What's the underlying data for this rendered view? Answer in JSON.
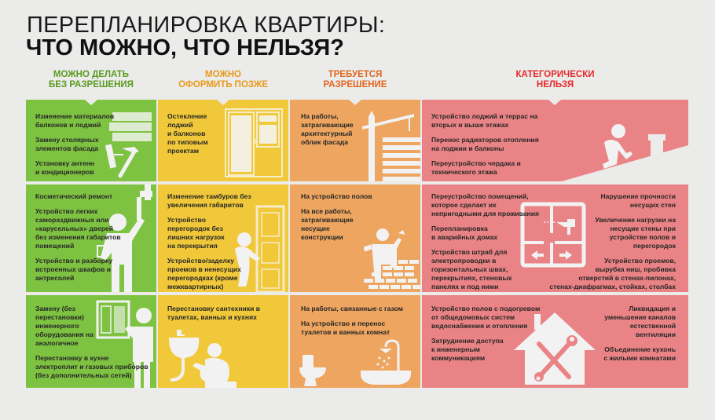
{
  "title": {
    "line1": "ПЕРЕПЛАНИРОВКА КВАРТИРЫ:",
    "line2": "ЧТО МОЖНО, ЧТО НЕЛЬЗЯ?"
  },
  "colors": {
    "green": "#7ec242",
    "yellow": "#f0c83a",
    "orange": "#eda560",
    "red": "#ea8385",
    "green_head": "#5a9a1f",
    "yellow_head": "#e89a1c",
    "orange_head": "#e2641e",
    "red_head": "#e52a2a",
    "background": "#ebebea"
  },
  "columns": [
    {
      "heading": "МОЖНО ДЕЛАТЬ\nБЕЗ РАЗРЕШЕНИЯ",
      "rows": [
        {
          "items": [
            "Изменение материалов\nбалконов и лоджий",
            "Замену столярных\nэлементов фасада",
            "Установку антенн\nи кондиционеров"
          ],
          "icon": "planks-hammer-icon"
        },
        {
          "items": [
            "Косметический ремонт",
            "Устройство легких\nсамораздвижных или\n«карусельных» дверей\nбез изменения габаритов\nпомещений",
            "Устройство и разборку\nвстроенных шкафов и\nантресолей"
          ],
          "icon": "painter-icon"
        },
        {
          "items": [
            "Замену (без\nперестановки)\nинженерного\nоборудования на\nаналогичное",
            "Перестановку в кухне\nэлектроплит и газовых приборов\n(без дополнительных сетей)"
          ],
          "icon": "electric-panel-worker-icon"
        }
      ]
    },
    {
      "heading": "МОЖНО\nОФОРМИТЬ ПОЗЖЕ",
      "rows": [
        {
          "items": [
            "Остекление\nлоджий\nи балконов\nпо типовым\nпроектам"
          ],
          "icon": "window-icon"
        },
        {
          "items": [
            "Изменение тамбуров без\nувеличения габаритов",
            "Устройство\nперегородок без\nлишних нагрузок\nна перекрытия",
            "Устройство/заделку\nпроемов в ненесущих\nперегородках (кроме\nмежквартирных)"
          ],
          "icon": "door-worker-icon"
        },
        {
          "items": [
            "Перестановку сантехники в\nтуалетах, ванных и кухнях"
          ],
          "icon": "plumber-sink-icon"
        }
      ]
    },
    {
      "heading": "ТРЕБУЕТСЯ\nРАЗРЕШЕНИЕ",
      "rows": [
        {
          "items": [
            "На работы,\nзатрагивающие\nархитектурный\nоблик фасада"
          ],
          "icon": "crane-building-icon"
        },
        {
          "items": [
            "На устройство полов",
            "На все работы,\nзатрагивающие\nнесущие\nконструкции"
          ],
          "icon": "bricklayer-icon"
        },
        {
          "items": [
            "На работы, связанные с газом",
            "На устройство и перенос\nтуалетов и ванных комнат"
          ],
          "icon": "toilet-bathtub-icon"
        }
      ]
    },
    {
      "heading": "КАТЕГОРИЧЕСКИ\nНЕЛЬЗЯ",
      "rows": [
        {
          "left": [
            "Устройство лоджий и террас на\nвторых и выше этажах",
            "Перенос радиаторов отопления\nна лоджии и балконы",
            "Переустройство чердака и\nтехнического этажа"
          ],
          "right": [],
          "icon": "roof-worker-icon"
        },
        {
          "left": [
            "Переустройство помещений,\nкоторое сделает их\nнепригодными для проживания",
            "Перепланировка\nв аварийных домах",
            "Устройство штраб для\nэлектропроводки в\nгоризонтальных швах,\nперекрытиях, стеновых\nпанелях и под ними"
          ],
          "right": [
            "Нарушение прочности\nнесущих стен",
            "Увеличение нагрузки на\nнесущие стены при\nустройстве полов и\nперегородок",
            "Устройство проемов,\nвырубка ниш, пробивка\nотверстий в стенах-пилонах,\nстенах-диафрагмах, стойках, столбах"
          ],
          "icon": "floor-plan-drill-icon"
        },
        {
          "left": [
            "Устройство полов с подогревом\nот общедомовых систем\nводоснабжения и отопления",
            "Затруднение доступа\nк инженерным\nкоммуникациям"
          ],
          "right": [
            "Ликвидация и\nуменьшение каналов\nестественной\nвентиляции",
            "Объединение кухонь\nс жилыми комнатами"
          ],
          "icon": "house-tools-icon"
        }
      ]
    }
  ]
}
